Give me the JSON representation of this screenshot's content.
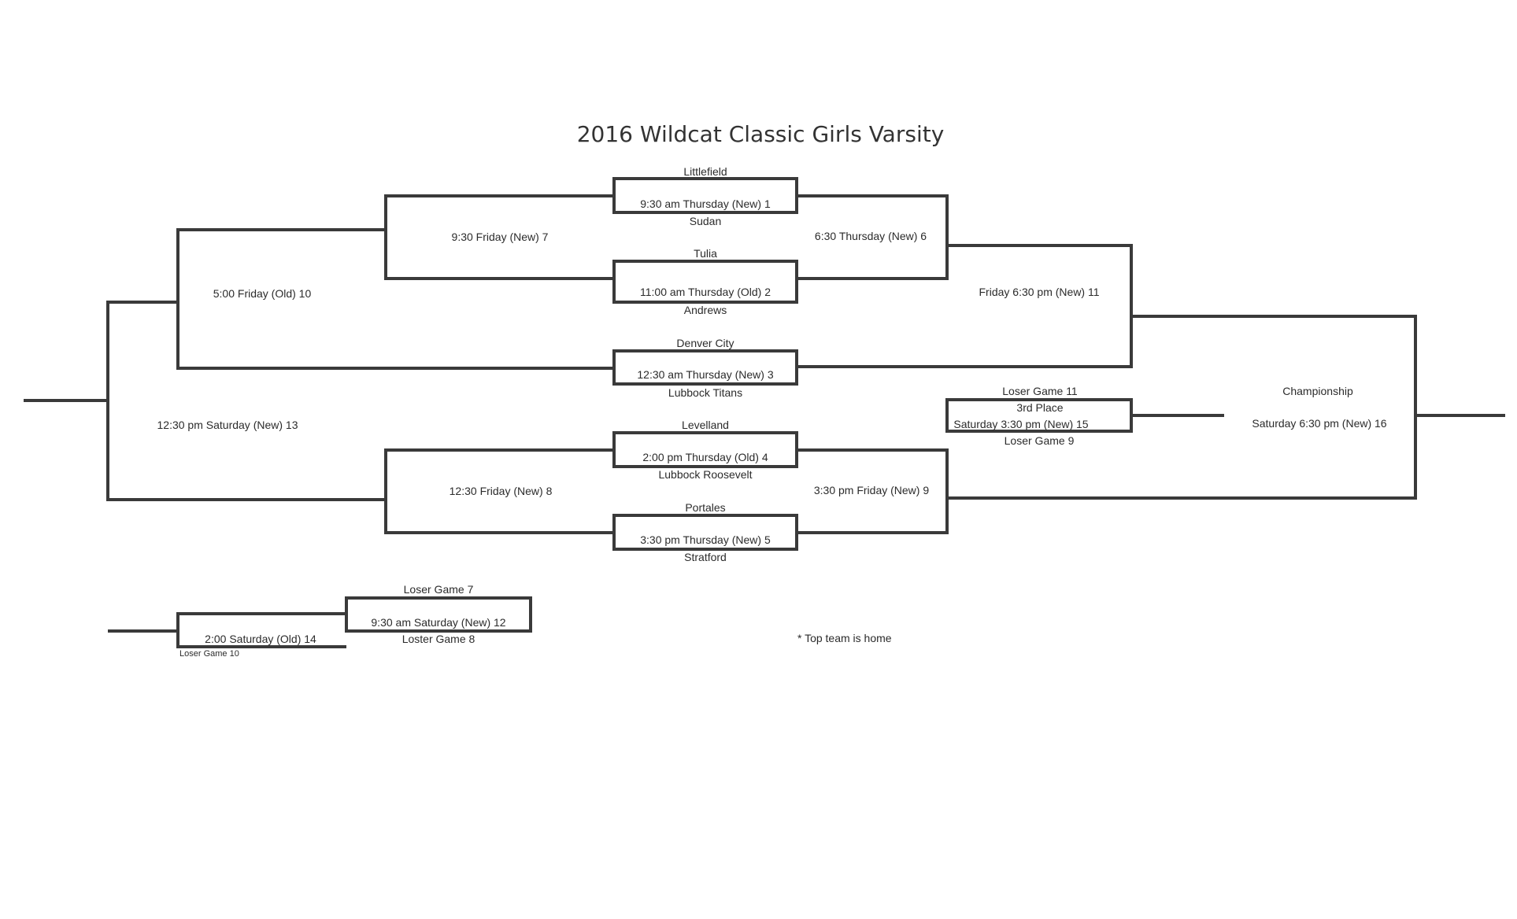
{
  "title": "2016 Wildcat Classic Girls Varsity",
  "teams": {
    "littlefield": "Littlefield",
    "sudan": "Sudan",
    "tulia": "Tulia",
    "andrews": "Andrews",
    "denver_city": "Denver City",
    "lubbock_titans": "Lubbock Titans",
    "levelland": "Levelland",
    "lubbock_roosevelt": "Lubbock Roosevelt",
    "portales": "Portales",
    "stratford": "Stratford"
  },
  "games": {
    "g1": "9:30 am Thursday (New) 1",
    "g2": "11:00 am Thursday (Old) 2",
    "g3": "12:30 am Thursday (New) 3",
    "g4": "2:00 pm Thursday (Old) 4",
    "g5": "3:30 pm Thursday (New) 5",
    "g6": "6:30 Thursday (New) 6",
    "g7": "9:30 Friday (New) 7",
    "g8": "12:30 Friday (New) 8",
    "g9": "3:30 pm Friday  (New) 9",
    "g10": "5:00 Friday (Old) 10",
    "g11": "Friday 6:30  pm (New)  11",
    "g12": "9:30 am Saturday  (New) 12",
    "g13": "12:30 pm  Saturday  (New) 13",
    "g14": "2:00  Saturday  (Old) 14",
    "g15": "Saturday 3:30  pm (New) 15",
    "g16": "Saturday 6:30  pm (New) 16"
  },
  "consolation": {
    "loser_g11": "Loser  Game 11",
    "third_place": "3rd Place",
    "loser_g9": "Loser Game 9",
    "championship": "Championship",
    "loser_g7": "Loser Game 7",
    "loster_g8": "Loster Game 8",
    "loser_g10": "Loser  Game 10"
  },
  "note": "* Top team is home"
}
